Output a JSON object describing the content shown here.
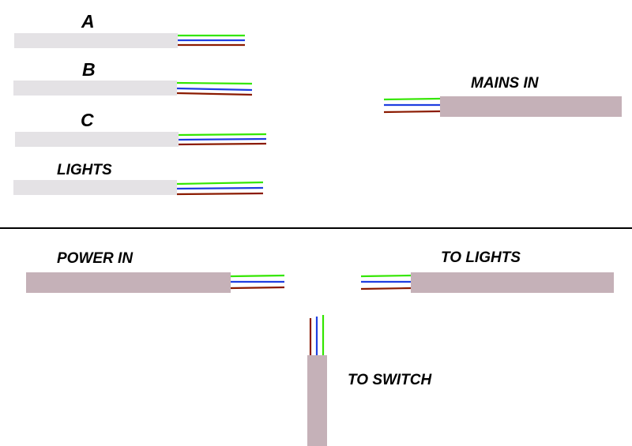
{
  "labels": {
    "a": "A",
    "b": "B",
    "c": "C",
    "lights": "LIGHTS",
    "mains_in": "MAINS IN",
    "power_in": "POWER IN",
    "to_lights": "TO LIGHTS",
    "to_switch": "TO SWITCH"
  },
  "colors": {
    "grey_cable": "#e4e2e5",
    "pink_cable": "#c5b1b8",
    "earth_wire": "#33e600",
    "neutral_wire": "#1e3ee0",
    "live_wire": "#8b1a00",
    "divider": "#000000"
  }
}
